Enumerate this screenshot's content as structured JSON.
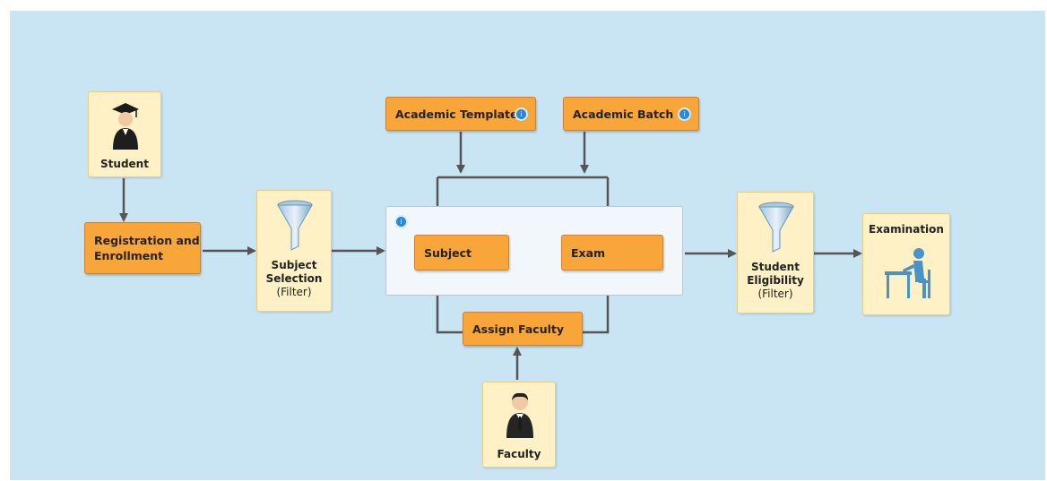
{
  "nodes": {
    "student": "Student",
    "registration": "Registration and Enrollment",
    "subject_selection": [
      "Subject",
      "Selection",
      "(Filter)"
    ],
    "academic_template": "Academic Template",
    "academic_batch": "Academic Batch",
    "subject": "Subject",
    "exam": "Exam",
    "assign_faculty": "Assign Faculty",
    "faculty": "Faculty",
    "student_eligibility": [
      "Student",
      "Eligibility",
      "(Filter)"
    ],
    "examination": "Examination"
  },
  "colors": {
    "background": "#c9e5f3",
    "tile_fill": "#fdf1c5",
    "process_fill": "#f8a53a",
    "connector": "#555555",
    "info_badge": "#2f86d4"
  },
  "icons": {
    "student": "graduate-user-icon",
    "filter": "funnel-icon",
    "faculty": "businessman-user-icon",
    "examination": "person-at-desk-icon",
    "info": "info-badge-icon"
  }
}
